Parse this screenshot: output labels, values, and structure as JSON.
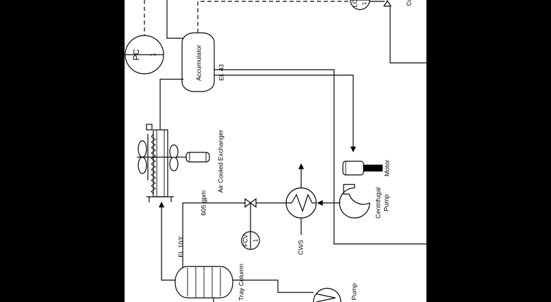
{
  "labels": {
    "pc_tag": "PC",
    "pc_num": "1",
    "accumulator": "Accumulator",
    "el_43": "El. 43",
    "air_cooled_exchanger": "Air Cooled Exchanger",
    "flow_605": "605 gpm",
    "el_103": "El. 103'",
    "fcv_tag": "FCV",
    "fcv_num": "1",
    "cws": "CWS",
    "centrifugal_pump": "Centrifugal Pump",
    "motor": "Motor",
    "tray_column": "Tray Column",
    "pump": "Pump",
    "lc_tag": "LC",
    "lc_num": "1",
    "co_partial": "Co"
  }
}
